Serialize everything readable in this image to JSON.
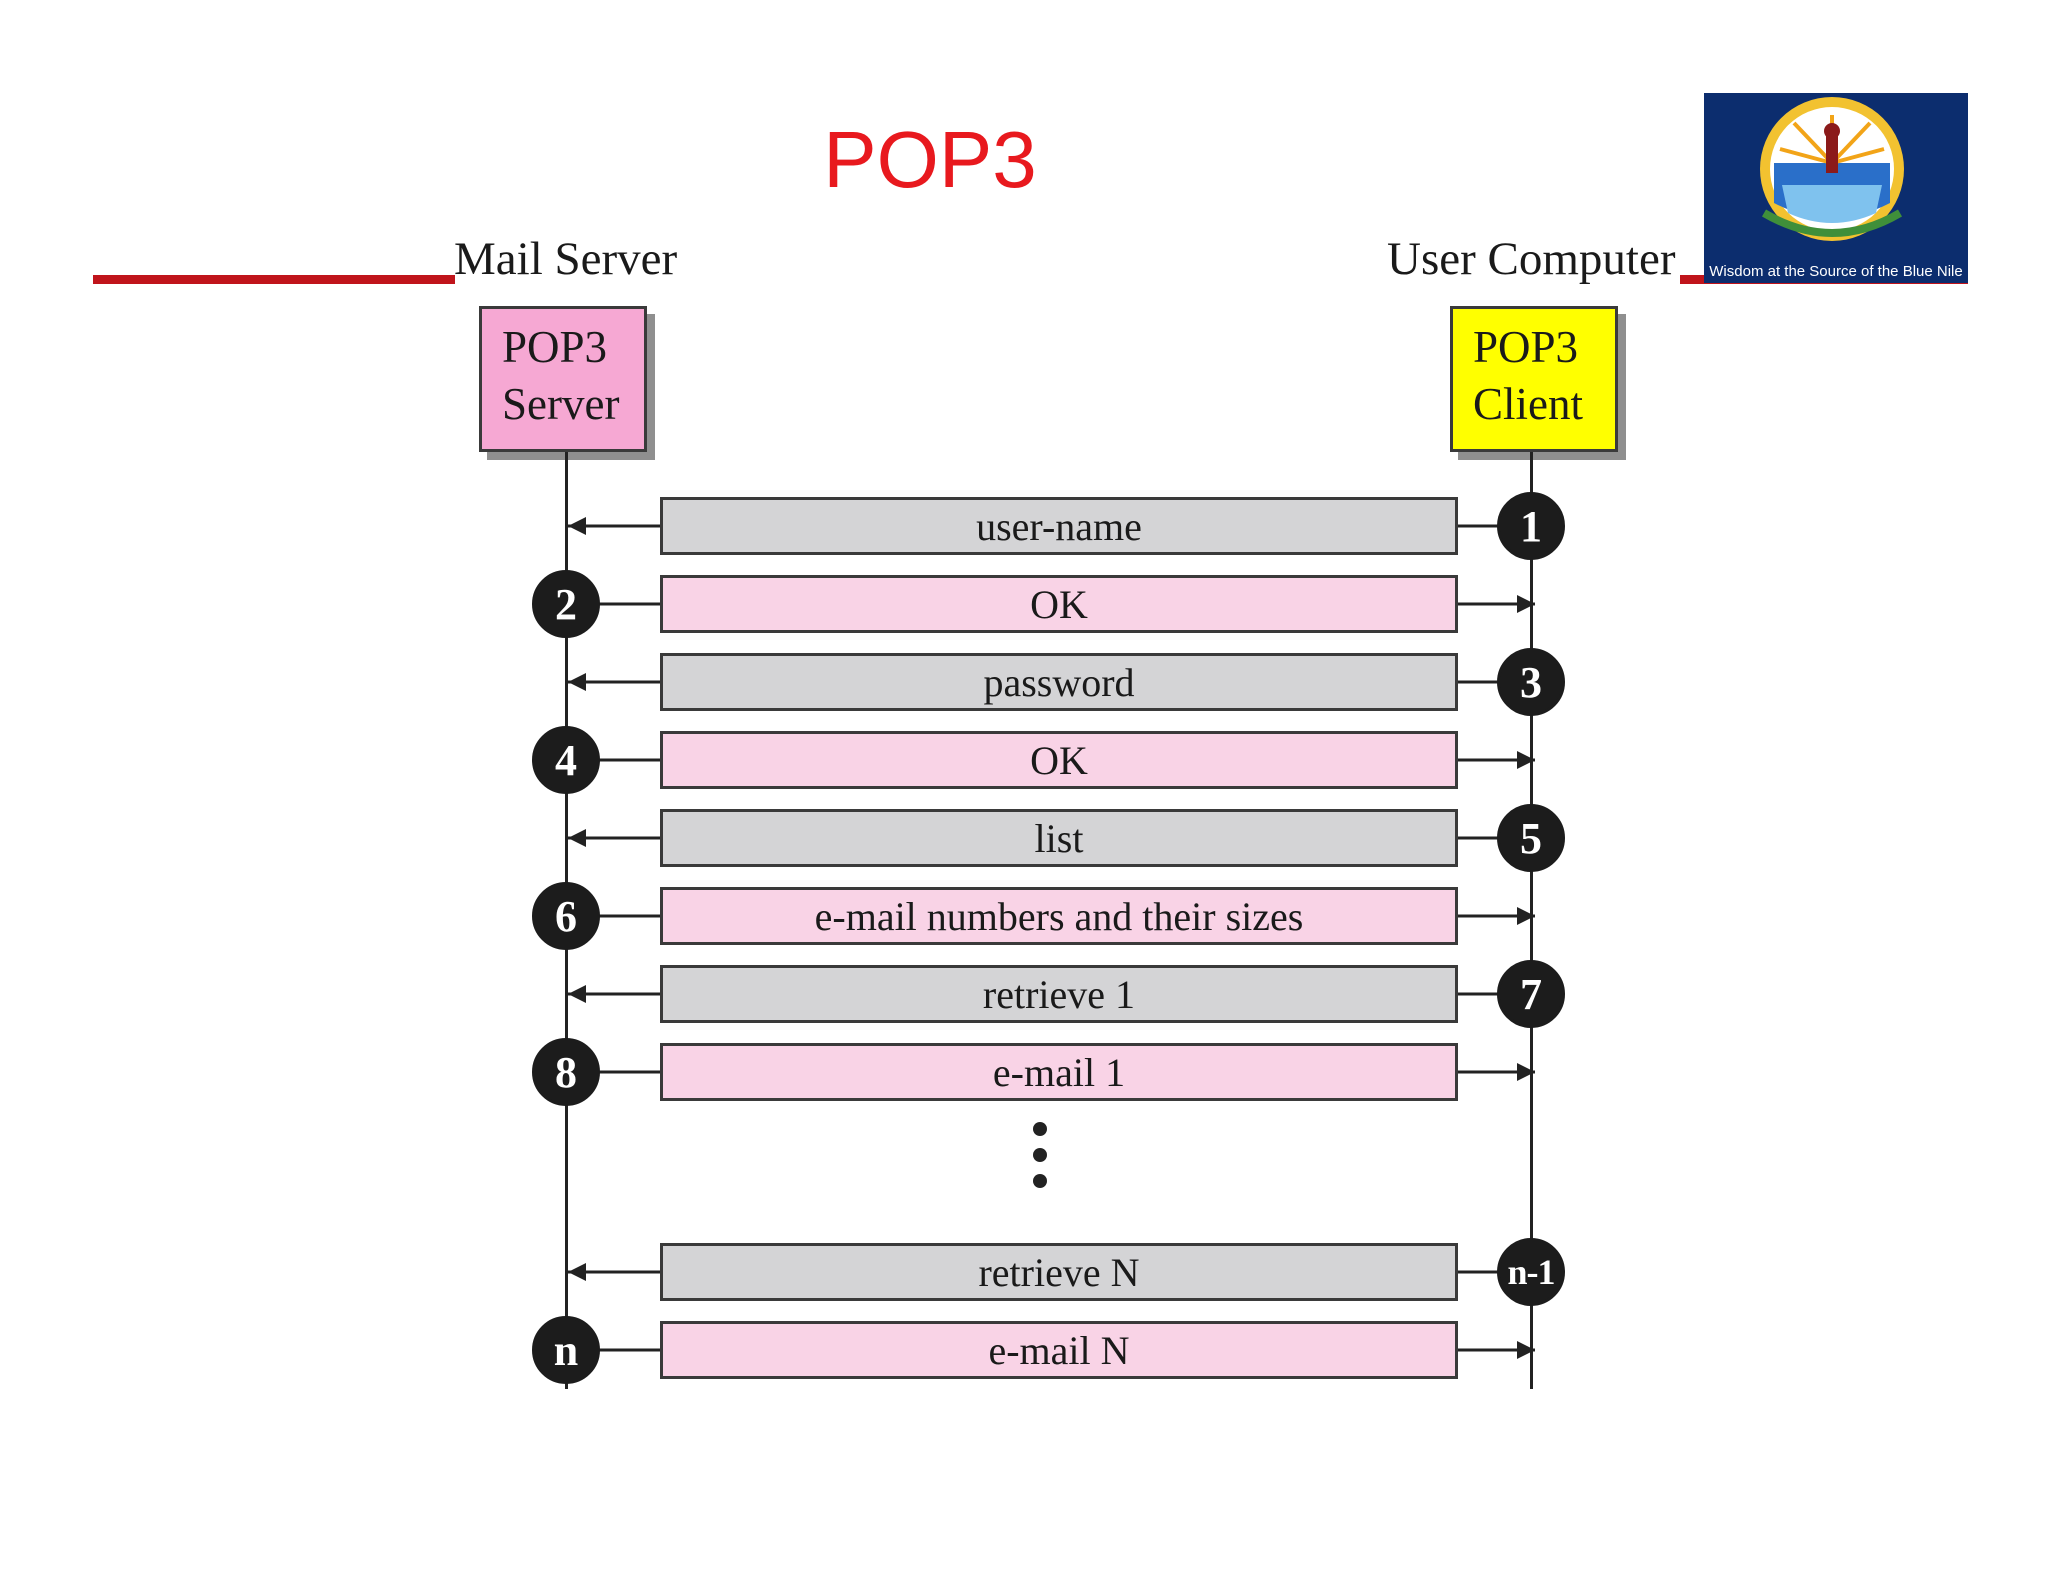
{
  "slide": {
    "title": "POP3"
  },
  "hosts": {
    "server_side_label": "Mail Server",
    "client_side_label": "User Computer",
    "server_box": {
      "line1": "POP3",
      "line2": "Server",
      "fill": "#f6a8d3"
    },
    "client_box": {
      "line1": "POP3",
      "line2": "Client",
      "fill": "#ffff00"
    }
  },
  "messages": [
    {
      "step": "1",
      "label": "user-name",
      "from": "client",
      "style": "grey"
    },
    {
      "step": "2",
      "label": "OK",
      "from": "server",
      "style": "pink"
    },
    {
      "step": "3",
      "label": "password",
      "from": "client",
      "style": "grey"
    },
    {
      "step": "4",
      "label": "OK",
      "from": "server",
      "style": "pink"
    },
    {
      "step": "5",
      "label": "list",
      "from": "client",
      "style": "grey"
    },
    {
      "step": "6",
      "label": "e-mail numbers and their sizes",
      "from": "server",
      "style": "pink"
    },
    {
      "step": "7",
      "label": "retrieve 1",
      "from": "client",
      "style": "grey"
    },
    {
      "step": "8",
      "label": "e-mail 1",
      "from": "server",
      "style": "pink"
    },
    {
      "step": "n-1",
      "label": "retrieve N",
      "from": "client",
      "style": "grey"
    },
    {
      "step": "n",
      "label": "e-mail N",
      "from": "server",
      "style": "pink"
    }
  ],
  "logo": {
    "name": "university-seal-icon",
    "tagline": "Wisdom at the Source of the Blue Nile"
  },
  "colors": {
    "title": "#e8191e",
    "accent_rule": "#c0141b",
    "request_fill": "#d4d4d6",
    "response_fill": "#f9d3e6",
    "logo_background": "#0c2d6e"
  }
}
